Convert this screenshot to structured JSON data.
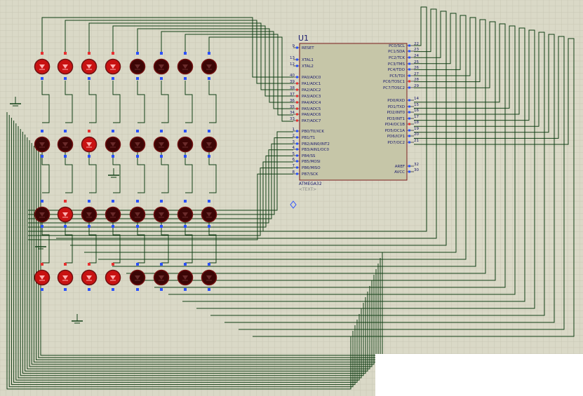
{
  "schematic": {
    "ref": "U1",
    "part": "ATMEGA32",
    "text_placeholder": "<TEXT>",
    "colors": {
      "background": "#dad9c7",
      "grid": "#c8c7b4",
      "wire": "#103e14",
      "chip_body": "#c6c6a8",
      "chip_border": "#7a1c1c",
      "pin_text": "#1a1a6e",
      "led_on": "#c81212",
      "led_off": "#3c0606",
      "led_rim": "#701010",
      "pin_red": "#e83030",
      "pin_blue": "#2a50ff"
    },
    "left_pins": [
      {
        "num": "9",
        "name": "RESET"
      },
      {
        "num": "13",
        "name": "XTAL1"
      },
      {
        "num": "12",
        "name": "XTAL2"
      },
      {
        "num": "40",
        "name": "PA0/ADC0"
      },
      {
        "num": "39",
        "name": "PA1/ADC1"
      },
      {
        "num": "38",
        "name": "PA2/ADC2"
      },
      {
        "num": "37",
        "name": "PA3/ADC3"
      },
      {
        "num": "36",
        "name": "PA4/ADC4"
      },
      {
        "num": "35",
        "name": "PA5/ADC5"
      },
      {
        "num": "34",
        "name": "PA6/ADC6"
      },
      {
        "num": "33",
        "name": "PA7/ADC7"
      },
      {
        "num": "1",
        "name": "PB0/T0/XCK"
      },
      {
        "num": "2",
        "name": "PB1/T1"
      },
      {
        "num": "3",
        "name": "PB2/AIN0/INT2"
      },
      {
        "num": "4",
        "name": "PB3/AIN1/OC0"
      },
      {
        "num": "5",
        "name": "PB4/SS"
      },
      {
        "num": "6",
        "name": "PB5/MOSI"
      },
      {
        "num": "7",
        "name": "PB6/MISO"
      },
      {
        "num": "8",
        "name": "PB7/SCK"
      }
    ],
    "right_pins": [
      {
        "num": "22",
        "name": "PC0/SCL"
      },
      {
        "num": "23",
        "name": "PC1/SDA"
      },
      {
        "num": "24",
        "name": "PC2/TCK"
      },
      {
        "num": "25",
        "name": "PC3/TMS"
      },
      {
        "num": "26",
        "name": "PC4/TDO"
      },
      {
        "num": "27",
        "name": "PC5/TDI"
      },
      {
        "num": "28",
        "name": "PC6/TOSC1"
      },
      {
        "num": "29",
        "name": "PC7/TOSC2"
      },
      {
        "num": "14",
        "name": "PD0/RXD"
      },
      {
        "num": "15",
        "name": "PD1/TXD"
      },
      {
        "num": "16",
        "name": "PD2/INT0"
      },
      {
        "num": "17",
        "name": "PD3/INT1"
      },
      {
        "num": "18",
        "name": "PD4/OC1B"
      },
      {
        "num": "19",
        "name": "PD5/OC1A"
      },
      {
        "num": "20",
        "name": "PD6/ICP1"
      },
      {
        "num": "21",
        "name": "PD7/OC2"
      },
      {
        "num": "32",
        "name": "AREF"
      },
      {
        "num": "30",
        "name": "AVCC"
      }
    ],
    "led_rows": [
      {
        "states": [
          1,
          1,
          1,
          1,
          0,
          0,
          0,
          0
        ]
      },
      {
        "states": [
          0,
          0,
          1,
          0,
          0,
          0,
          0,
          0
        ]
      },
      {
        "states": [
          0,
          1,
          0,
          0,
          0,
          0,
          0,
          0
        ]
      },
      {
        "states": [
          1,
          1,
          1,
          1,
          0,
          0,
          0,
          0
        ]
      }
    ]
  }
}
